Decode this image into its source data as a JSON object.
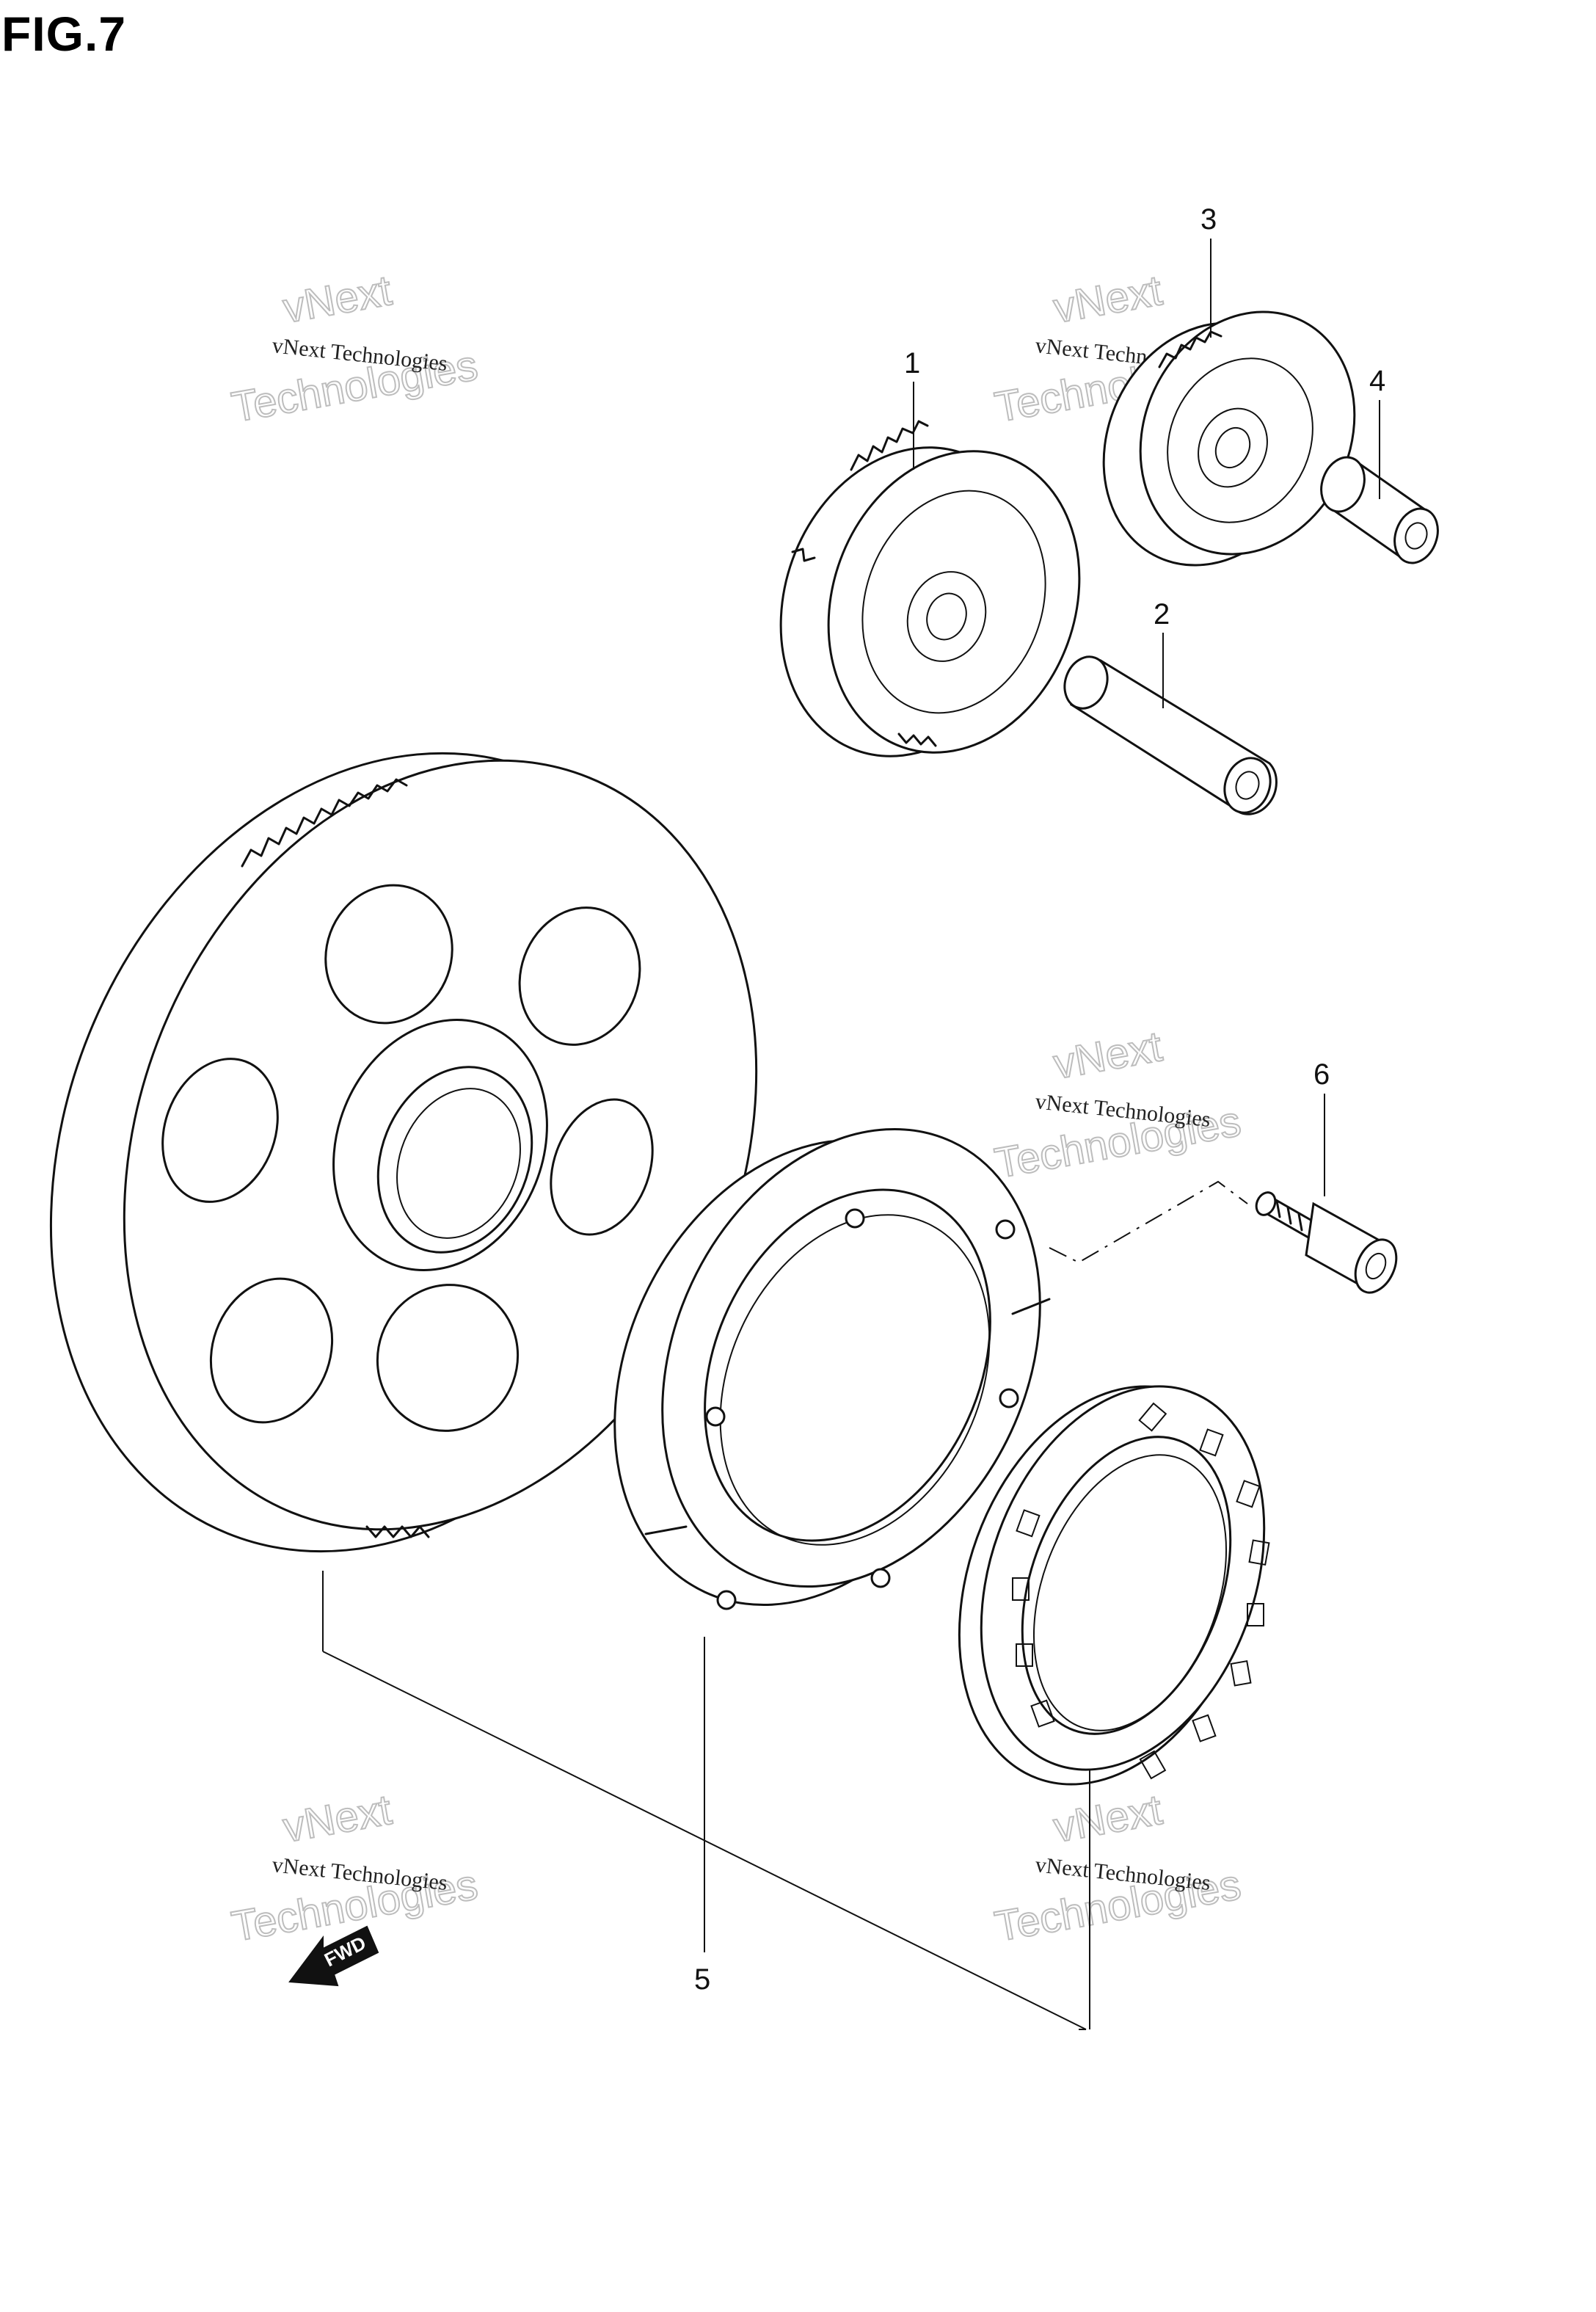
{
  "figure": {
    "title": "FIG.7"
  },
  "callouts": [
    {
      "id": "1",
      "label": "1"
    },
    {
      "id": "2",
      "label": "2"
    },
    {
      "id": "3",
      "label": "3"
    },
    {
      "id": "4",
      "label": "4"
    },
    {
      "id": "5",
      "label": "5"
    },
    {
      "id": "6",
      "label": "6"
    }
  ],
  "watermark": {
    "line1": "vNext Technologies",
    "line2": "vNext",
    "line3": "Technologies"
  },
  "direction_marker": {
    "label": "FWD"
  }
}
